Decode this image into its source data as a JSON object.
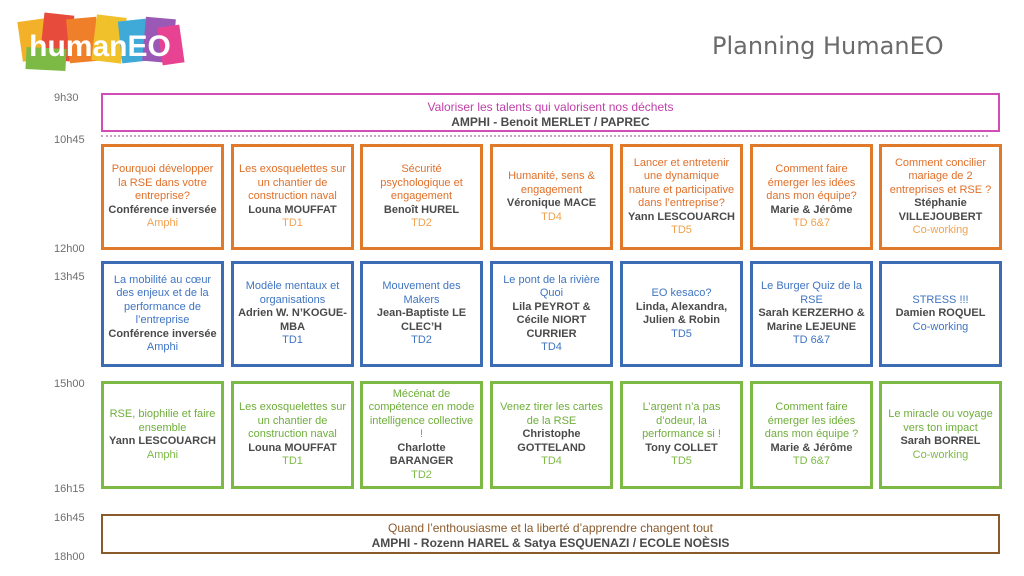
{
  "logo": {
    "text": "humanEO"
  },
  "title": "Planning HumanEO",
  "times": [
    "9h30",
    "10h45",
    "12h00",
    "13h45",
    "15h00",
    "16h15",
    "16h45",
    "18h00"
  ],
  "banner_top": {
    "line1": "Valoriser les talents qui valorisent nos déchets",
    "line2": "AMPHI - Benoit MERLET / PAPREC",
    "color": "#c040a8"
  },
  "banner_bottom": {
    "line1": "Quand l’enthousiasme et la liberté d’apprendre changent tout",
    "line2": "AMPHI - Rozenn HAREL & Satya ESQUENAZI / ECOLE NOÈSIS",
    "color": "#8b5a2b"
  },
  "rows": [
    {
      "color": "#e07a2a",
      "cards": [
        {
          "title": "Pourquoi développer la RSE dans votre entreprise?",
          "speaker": "Conférence inversée",
          "room": "Amphi"
        },
        {
          "title": "Les exosquelettes sur un chantier de construction naval",
          "speaker": "Louna MOUFFAT",
          "room": "TD1"
        },
        {
          "title": "Sécurité psychologique et engagement",
          "speaker": "Benoît HUREL",
          "room": "TD2"
        },
        {
          "title": "Humanité, sens & engagement",
          "speaker": "Véronique MACE",
          "room": "TD4"
        },
        {
          "title": "Lancer et entretenir une dynamique nature et participative dans l’entreprise?",
          "speaker": "Yann LESCOUARCH",
          "room": "TD5"
        },
        {
          "title": "Comment faire émerger les idées dans mon équipe?",
          "speaker": "Marie & Jérôme",
          "room": "TD 6&7"
        },
        {
          "title": "Comment concilier mariage de 2 entreprises et RSE ?",
          "speaker": "Stéphanie VILLEJOUBERT",
          "room": "Co-working"
        }
      ]
    },
    {
      "color": "#3c6cb4",
      "cards": [
        {
          "title": "La mobilité au cœur des enjeux et de la performance de l’entreprise",
          "speaker": "Conférence inversée",
          "room": "Amphi"
        },
        {
          "title": "Modèle mentaux et organisations",
          "speaker": "Adrien W. N’KOGUE-MBA",
          "room": "TD1"
        },
        {
          "title": "Mouvement des Makers",
          "speaker": "Jean-Baptiste LE CLEC’H",
          "room": "TD2"
        },
        {
          "title": "Le pont de la rivière Quoi",
          "speaker": "Lila PEYROT & Cécile NIORT CURRIER",
          "room": "TD4"
        },
        {
          "title": "EO kesaco?",
          "speaker": "Linda, Alexandra, Julien & Robin",
          "room": "TD5"
        },
        {
          "title": "Le Burger Quiz de la RSE",
          "speaker": "Sarah KERZERHO & Marine LEJEUNE",
          "room": "TD 6&7"
        },
        {
          "title": "STRESS !!!",
          "speaker": "Damien ROQUEL",
          "room": "Co-working"
        }
      ]
    },
    {
      "color": "#7dba45",
      "cards": [
        {
          "title": "RSE, biophilie et faire ensemble",
          "speaker": "Yann LESCOUARCH",
          "room": "Amphi"
        },
        {
          "title": "Les exosquelettes sur un chantier de construction naval",
          "speaker": "Louna MOUFFAT",
          "room": "TD1"
        },
        {
          "title": "Mécénat de compétence en mode intelligence collective !",
          "speaker": "Charlotte BARANGER",
          "room": "TD2"
        },
        {
          "title": "Venez tirer les cartes de la RSE",
          "speaker": "Christophe GOTTELAND",
          "room": "TD4"
        },
        {
          "title": "L’argent n’a pas d’odeur, la performance si !",
          "speaker": "Tony COLLET",
          "room": "TD5"
        },
        {
          "title": "Comment faire émerger les idées dans mon équipe ?",
          "speaker": "Marie & Jérôme",
          "room": "TD 6&7"
        },
        {
          "title": "Le miracle ou voyage vers ton impact",
          "speaker": "Sarah BORREL",
          "room": "Co-working"
        }
      ]
    }
  ]
}
